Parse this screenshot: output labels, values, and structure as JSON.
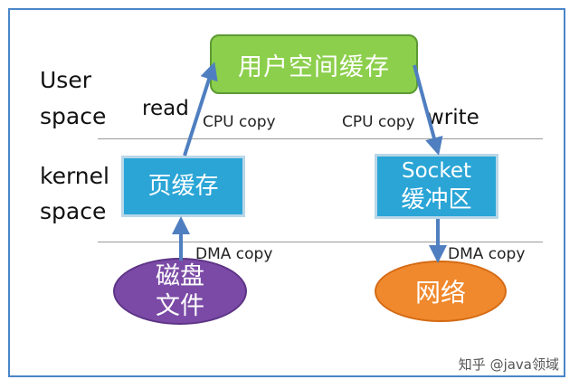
{
  "zones": {
    "user": [
      "User",
      "space"
    ],
    "kernel": [
      "kernel",
      "space"
    ]
  },
  "operations": {
    "read": "read",
    "write": "write",
    "cpu_copy_left": "CPU copy",
    "cpu_copy_right": "CPU copy",
    "dma_copy_left": "DMA copy",
    "dma_copy_right": "DMA copy"
  },
  "nodes": {
    "user_buffer": "用户空间缓存",
    "page_cache": "页缓存",
    "socket_buffer": [
      "Socket",
      "缓冲区"
    ],
    "disk_file": [
      "磁盘",
      "文件"
    ],
    "network": "网络"
  },
  "watermark": "知乎 @java领域",
  "colors": {
    "frame": "#4a86c8",
    "user_buffer": "#8ccf4c",
    "kernel_buffer": "#2aa5d6",
    "disk_file": "#7b4aa6",
    "network": "#f0892e",
    "arrow": "#4f7fc0"
  }
}
